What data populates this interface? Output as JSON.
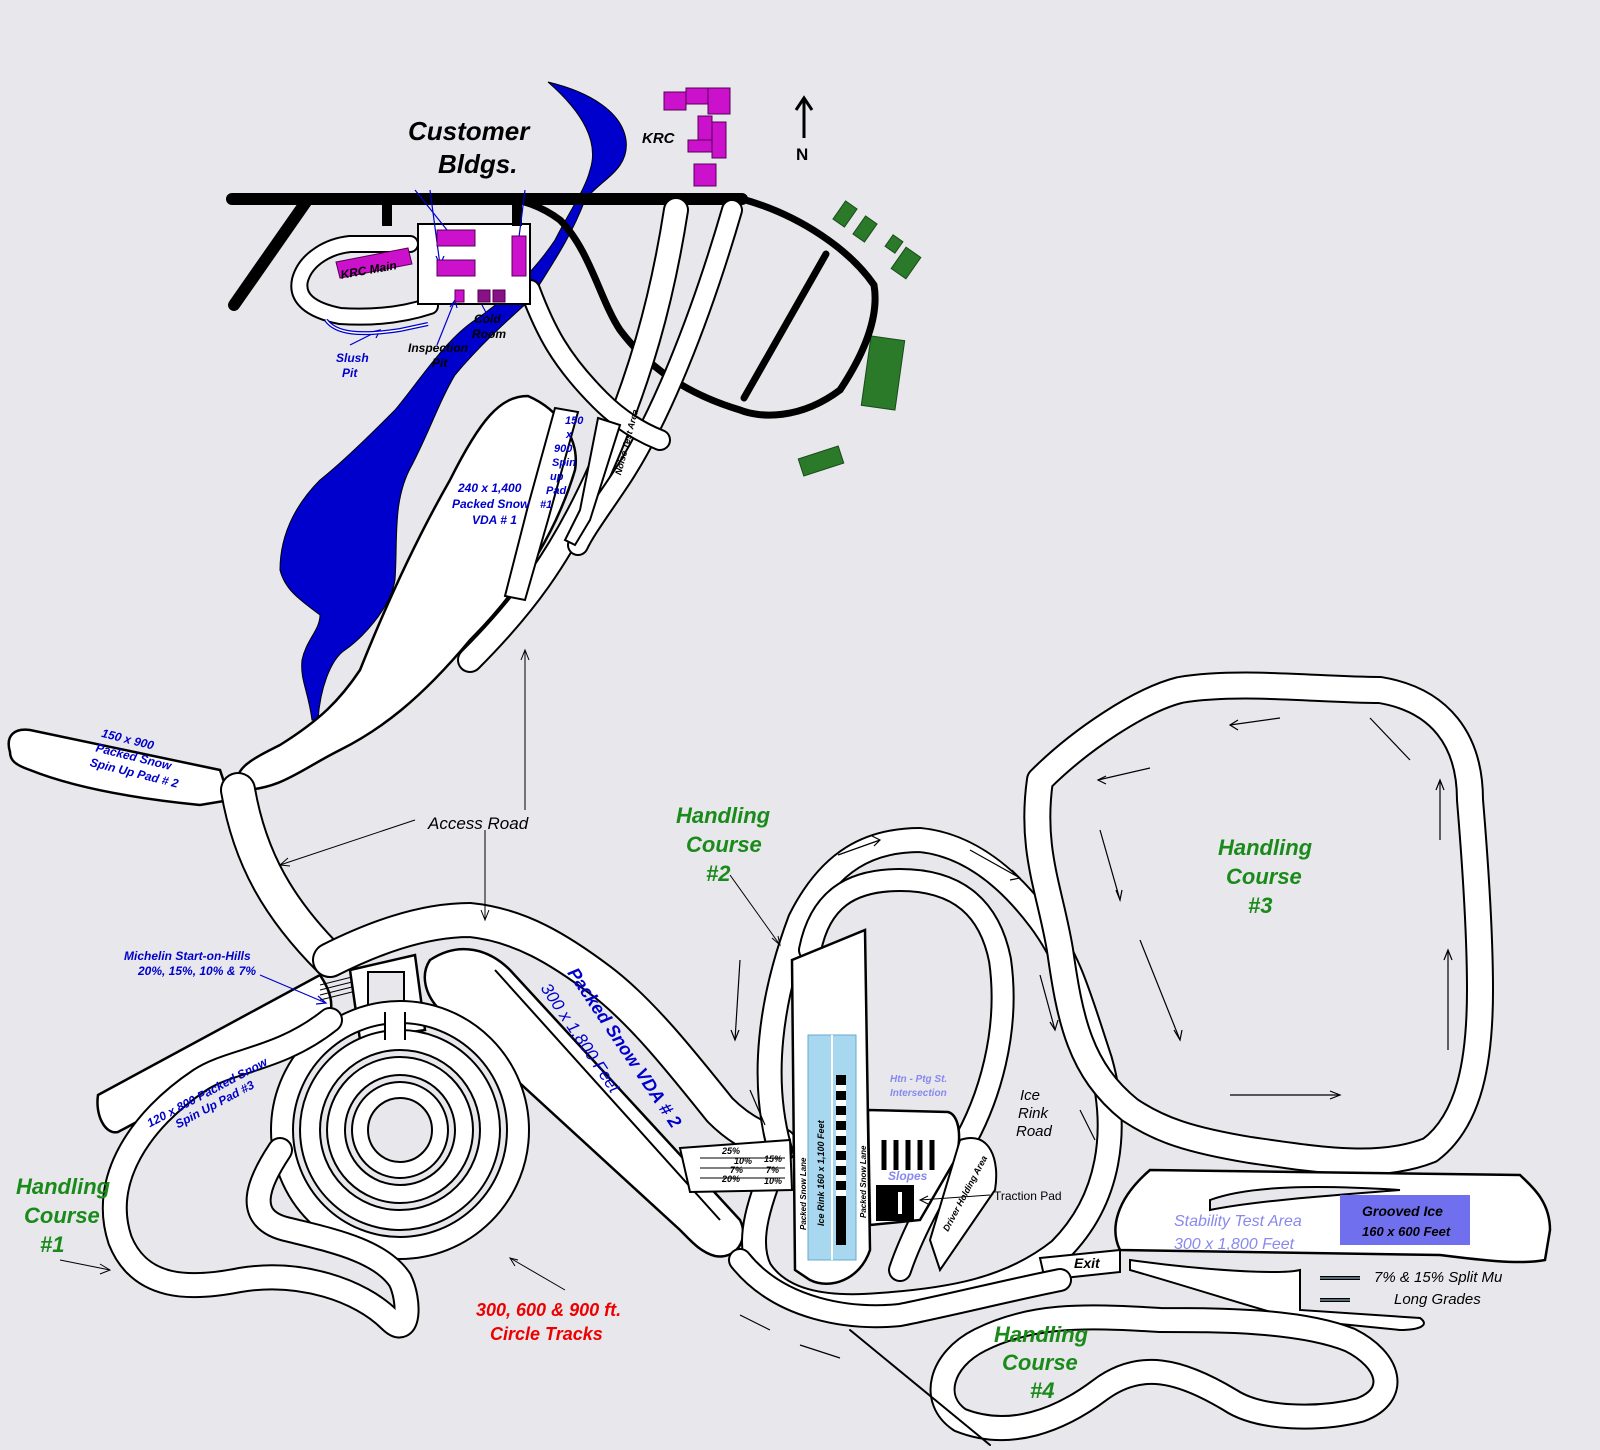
{
  "labels": {
    "customer_bldgs_1": "Customer",
    "customer_bldgs_2": "Bldgs.",
    "krc": "KRC",
    "north": "N",
    "krc_main": "KRC Main",
    "cold_room_1": "Cold",
    "cold_room_2": "Room",
    "inspection_pit_1": "Inspection",
    "inspection_pit_2": "Pit",
    "slush_pit_1": "Slush",
    "slush_pit_2": "Pit",
    "spin_pad1_1": "150",
    "spin_pad1_2": "x",
    "spin_pad1_3": "900",
    "spin_pad1_4": "Spin",
    "spin_pad1_5": "up",
    "spin_pad1_6": "Pad",
    "spin_pad1_7": "#1",
    "noise_test": "Noise Test Area",
    "vda1_1": "240 x 1,400",
    "vda1_2": "Packed Snow",
    "vda1_3": "VDA # 1",
    "pad2_1": "150 x 900",
    "pad2_2": "Packed Snow",
    "pad2_3": "Spin Up Pad # 2",
    "access_road": "Access Road",
    "hc2_1": "Handling",
    "hc2_2": "Course",
    "hc2_3": "#2",
    "hc3_1": "Handling",
    "hc3_2": "Course",
    "hc3_3": "#3",
    "michelin_1": "Michelin Start-on-Hills",
    "michelin_2": "20%, 15%, 10% & 7%",
    "pad3_1": "120 x 800 Packed Snow",
    "pad3_2": "Spin Up Pad #3",
    "vda2_1": "Packed Snow VDA # 2",
    "vda2_2": "300 x 1,800 Feet",
    "hc1_1": "Handling",
    "hc1_2": "Course",
    "hc1_3": "#1",
    "circle_1": "300, 600 & 900 ft.",
    "circle_2": "Circle Tracks",
    "grade_25": "25%",
    "grade_10a": "10%",
    "grade_7a": "7%",
    "grade_20": "20%",
    "grade_15": "15%",
    "grade_7b": "7%",
    "grade_10b": "10%",
    "packed_lane_1": "Packed Snow Lane",
    "ice_rink": "Ice Rink 160 x 1,100 Feet",
    "packed_lane_2": "Packed Snow Lane",
    "htn_1": "Htn - Ptg St.",
    "htn_2": "Intersection",
    "slopes": "Slopes",
    "driver_holding": "Driver Holding Area",
    "traction_pad": "Traction Pad",
    "ice_rink_road_1": "Ice",
    "ice_rink_road_2": "Rink",
    "ice_rink_road_3": "Road",
    "stability_1": "Stability Test Area",
    "stability_2": "300 x 1,800 Feet",
    "grooved_1": "Grooved Ice",
    "grooved_2": "160 x 600 Feet",
    "exit": "Exit",
    "split_mu_1": "7% & 15% Split Mu",
    "split_mu_2": "Long Grades",
    "hc4_1": "Handling",
    "hc4_2": "Course",
    "hc4_3": "#4"
  },
  "colors": {
    "background": "#e8e8ec",
    "road": "#ffffff",
    "road_edge": "#000000",
    "water": "#0000cc",
    "krc_building": "#cc11cc",
    "dark_building": "#881188",
    "green_building": "#2a7a2a",
    "handling_label": "#1a8a1a",
    "blue_label": "#0000cc",
    "red_label": "#ee0000",
    "light_label": "#8888ee",
    "ice_rink": "#a8d8f0",
    "grooved_ice": "#7070ee"
  }
}
